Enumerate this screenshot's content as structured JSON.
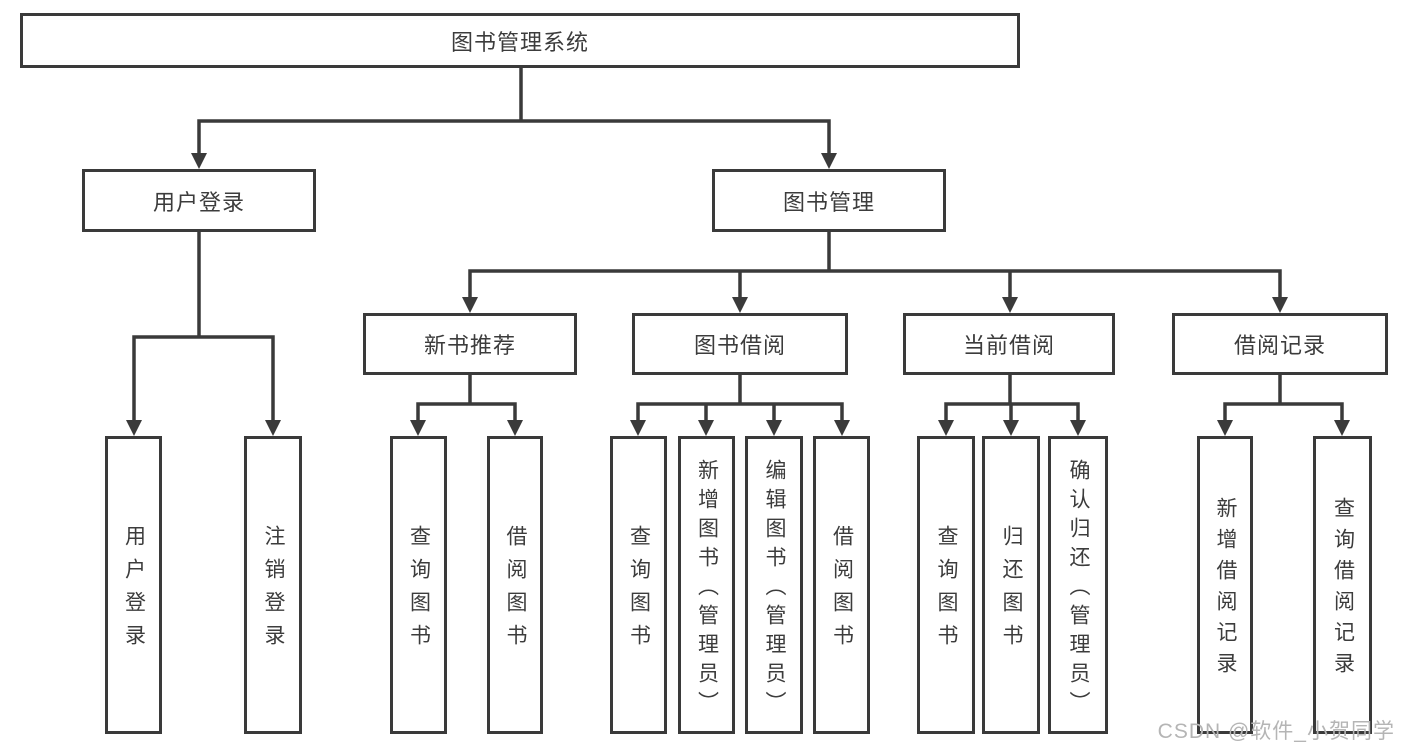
{
  "colors": {
    "line": "#3a3a3a",
    "box_border": "#3a3a3a",
    "text": "#3c3c3c",
    "watermark": "#b5b5b5",
    "background": "#ffffff"
  },
  "watermark": "CSDN @软件_小贺同学",
  "tree": {
    "root": "图书管理系统",
    "children": [
      {
        "label": "用户登录",
        "children": [
          "用户登录",
          "注销登录"
        ]
      },
      {
        "label": "图书管理",
        "children": [
          {
            "label": "新书推荐",
            "children": [
              "查询图书",
              "借阅图书"
            ]
          },
          {
            "label": "图书借阅",
            "children": [
              "查询图书",
              "新增图书（管理员）",
              "编辑图书（管理员）",
              "借阅图书"
            ]
          },
          {
            "label": "当前借阅",
            "children": [
              "查询图书",
              "归还图书",
              "确认归还（管理员）"
            ]
          },
          {
            "label": "借阅记录",
            "children": [
              "新增借阅记录",
              "查询借阅记录"
            ]
          }
        ]
      }
    ]
  }
}
